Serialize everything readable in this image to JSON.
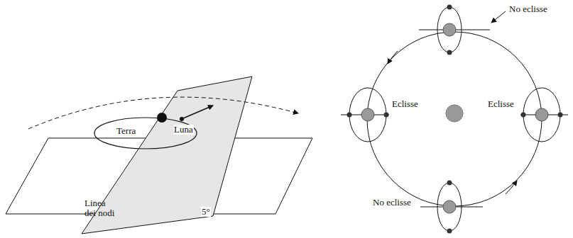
{
  "diagram": {
    "labels": [
      "Terra",
      "Luna",
      "Linea dei nodi",
      "5°",
      "No eclisse",
      "Eclisse",
      "Eclisse",
      "No eclisse"
    ]
  }
}
